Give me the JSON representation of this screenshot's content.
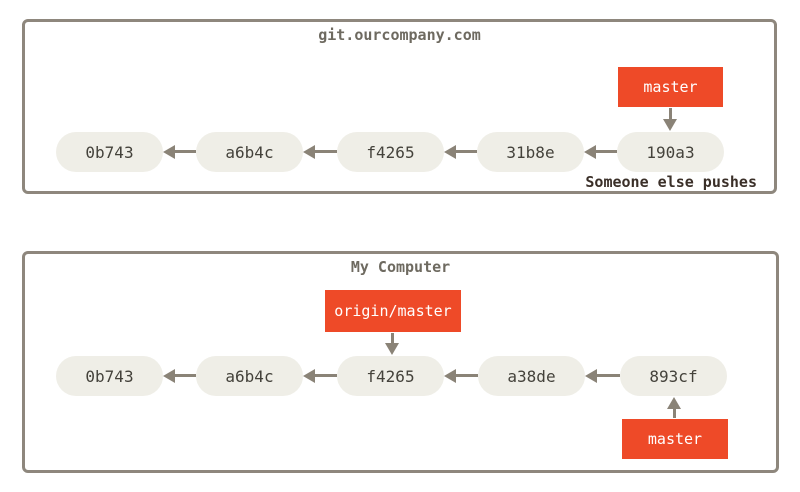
{
  "diagram": {
    "colors": {
      "accent_red": "#ee4a28",
      "box_border": "#8e877d",
      "arrow": "#8a8377",
      "node_fill": "#efeee7",
      "node_text": "#44423b",
      "title_text": "#6e6a60",
      "annotation_text": "#3a2f28",
      "label_text": "#ffffff",
      "background": "#ffffff"
    },
    "remote": {
      "title": "git.ourcompany.com",
      "branch_label": "master",
      "commits": [
        "0b743",
        "a6b4c",
        "f4265",
        "31b8e",
        "190a3"
      ],
      "annotation": "Someone else pushes"
    },
    "local": {
      "title": "My Computer",
      "remote_branch_label": "origin/master",
      "branch_label": "master",
      "commits": [
        "0b743",
        "a6b4c",
        "f4265",
        "a38de",
        "893cf"
      ]
    }
  }
}
